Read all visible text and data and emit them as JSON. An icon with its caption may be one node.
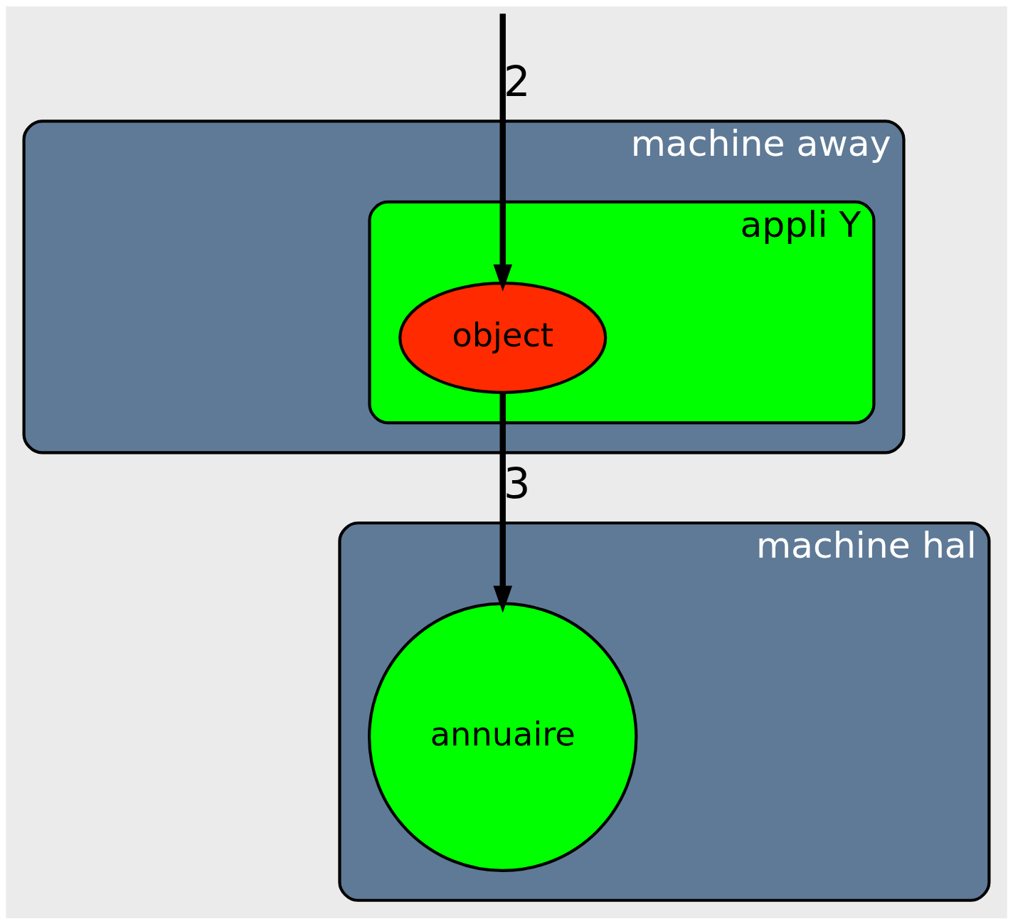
{
  "diagram": {
    "nodes": [
      {
        "text": [
          "machine hal"
        ]
      },
      {
        "text": [
          "annuaire"
        ],
        "in": 0
      },
      {
        "text": [
          "machine away"
        ]
      },
      {
        "text": [
          "appli Y"
        ],
        "in": 2
      },
      {
        "text": [
          "object"
        ],
        "in": 3
      }
    ],
    "edges": [
      {
        "from": null,
        "to": 4,
        "arrow": "to",
        "label": "2"
      },
      {
        "from": 4,
        "to": 1,
        "arrow": "to",
        "label": "3"
      }
    ]
  }
}
